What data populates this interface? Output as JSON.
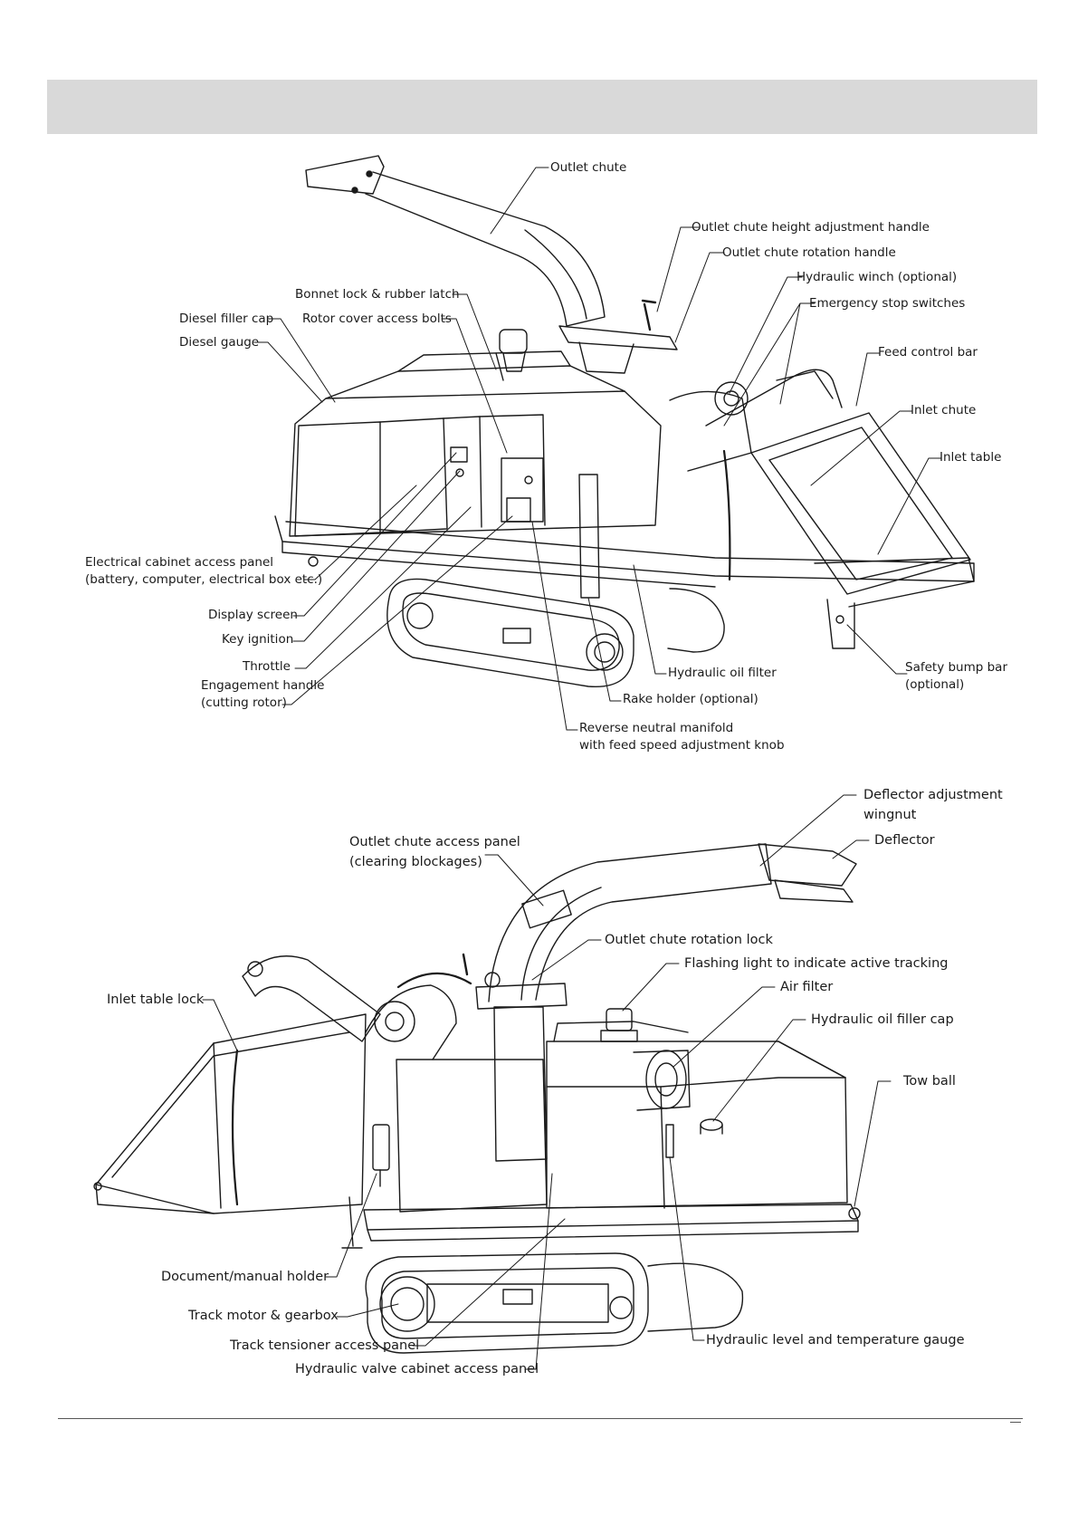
{
  "colors": {
    "header_band": "#d9d9d9",
    "line": "#1a1a1a",
    "text": "#1a1a1a"
  },
  "top_view": {
    "outlet_chute": "Outlet chute",
    "outlet_chute_height_adjustment_handle": "Outlet chute height adjustment handle",
    "outlet_chute_rotation_handle": "Outlet chute rotation handle",
    "hydraulic_winch": "Hydraulic winch (optional)",
    "emergency_stop_switches": "Emergency stop switches",
    "bonnet_lock": "Bonnet lock & rubber latch",
    "diesel_filler_cap": "Diesel filler cap",
    "rotor_cover_access_bolts": "Rotor cover access bolts",
    "diesel_gauge": "Diesel gauge",
    "feed_control_bar": "Feed control bar",
    "inlet_chute": "Inlet chute",
    "inlet_table": "Inlet table",
    "electrical_cabinet_line1": "Electrical cabinet access panel",
    "electrical_cabinet_line2": "(battery, computer, electrical box etc.)",
    "display_screen": "Display screen",
    "key_ignition": "Key ignition",
    "throttle": "Throttle",
    "engagement_handle_line1": "Engagement handle",
    "engagement_handle_line2": "(cutting rotor)",
    "hydraulic_oil_filter": "Hydraulic oil filter",
    "safety_bump_bar_line1": "Safety bump bar",
    "safety_bump_bar_line2": "(optional)",
    "rake_holder": "Rake holder (optional)",
    "reverse_neutral_line1": "Reverse neutral manifold",
    "reverse_neutral_line2": "with feed speed adjustment knob"
  },
  "bottom_view": {
    "deflector_adjustment_line1": "Deflector adjustment",
    "deflector_adjustment_line2": "wingnut",
    "deflector": "Deflector",
    "outlet_chute_access_line1": "Outlet chute access panel",
    "outlet_chute_access_line2": "(clearing blockages)",
    "outlet_chute_rotation_lock": "Outlet chute rotation lock",
    "flashing_light": "Flashing light to indicate active tracking",
    "air_filter": "Air filter",
    "inlet_table_lock": "Inlet table lock",
    "hydraulic_oil_filler_cap": "Hydraulic oil filler cap",
    "tow_ball": "Tow ball",
    "document_holder": "Document/manual holder",
    "track_motor": "Track motor & gearbox",
    "track_tensioner": "Track tensioner access panel",
    "hydraulic_level_gauge": "Hydraulic level and temperature gauge",
    "hydraulic_valve_cabinet": "Hydraulic valve cabinet access panel"
  }
}
